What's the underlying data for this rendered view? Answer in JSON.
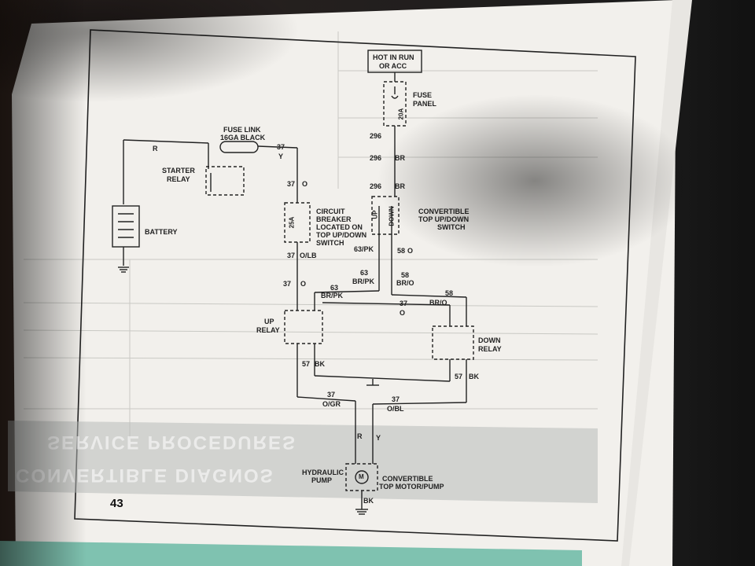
{
  "page_number": "43",
  "labels": {
    "hot_in_run": "HOT IN RUN",
    "or_acc": "OR ACC",
    "fuse_panel_1": "FUSE",
    "fuse_panel_2": "PANEL",
    "fuse_rating": "20A",
    "fuse_link_1": "FUSE LINK",
    "fuse_link_2": "16GA BLACK",
    "starter_relay_1": "STARTER",
    "starter_relay_2": "RELAY",
    "battery": "BATTERY",
    "cb_1": "CIRCUIT",
    "cb_2": "BREAKER",
    "cb_3": "LOCATED ON",
    "cb_4": "TOP UP/DOWN",
    "cb_5": "SWITCH",
    "cb_rating": "25A",
    "switch_1": "CONVERTIBLE",
    "switch_2": "TOP UP/DOWN",
    "switch_3": "SWITCH",
    "switch_up": "UP",
    "switch_down": "DOWN",
    "up_relay_1": "UP",
    "up_relay_2": "RELAY",
    "down_relay_1": "DOWN",
    "down_relay_2": "RELAY",
    "pump_1": "HYDRAULIC",
    "pump_2": "PUMP",
    "motor_1": "CONVERTIBLE",
    "motor_2": "TOP MOTOR/PUMP",
    "motor_symbol": "M"
  },
  "wires": {
    "w_r": "R",
    "w_37_top": "37",
    "w_y_top": "Y",
    "w_37_o1": "37",
    "w_o1": "O",
    "w_296_a": "296",
    "w_296_b": "296",
    "w_br_b": "BR",
    "w_296_c": "296",
    "w_br_c": "BR",
    "w_37_lb": "37",
    "w_olb": "O/LB",
    "w_63pk": "63/PK",
    "w_58o_a": "58",
    "w_58o_a2": "O",
    "w_63_b": "63",
    "w_brpk_b": "BR/PK",
    "w_58_b": "58",
    "w_bro_b": "BR/O",
    "w_37_o2": "37",
    "w_o2": "O",
    "w_63_c": "63",
    "w_brpk_c": "BR/PK",
    "w_37_mid": "37",
    "w_o_mid": "O",
    "w_58_c": "58",
    "w_bro_c": "BR/O",
    "w_57_l": "57",
    "w_bk_l": "BK",
    "w_57_r": "57",
    "w_bk_r": "BK",
    "w_37_gr": "37",
    "w_ogr": "O/GR",
    "w_37_bl": "37",
    "w_obl": "O/BL",
    "w_r_bot": "R",
    "w_y_bot": "Y",
    "w_bk_bot": "BK"
  },
  "ghost_text": {
    "line1": "SERVICE PROCEDURES",
    "line2": "CONVERTIBLE DIAGNOS"
  }
}
